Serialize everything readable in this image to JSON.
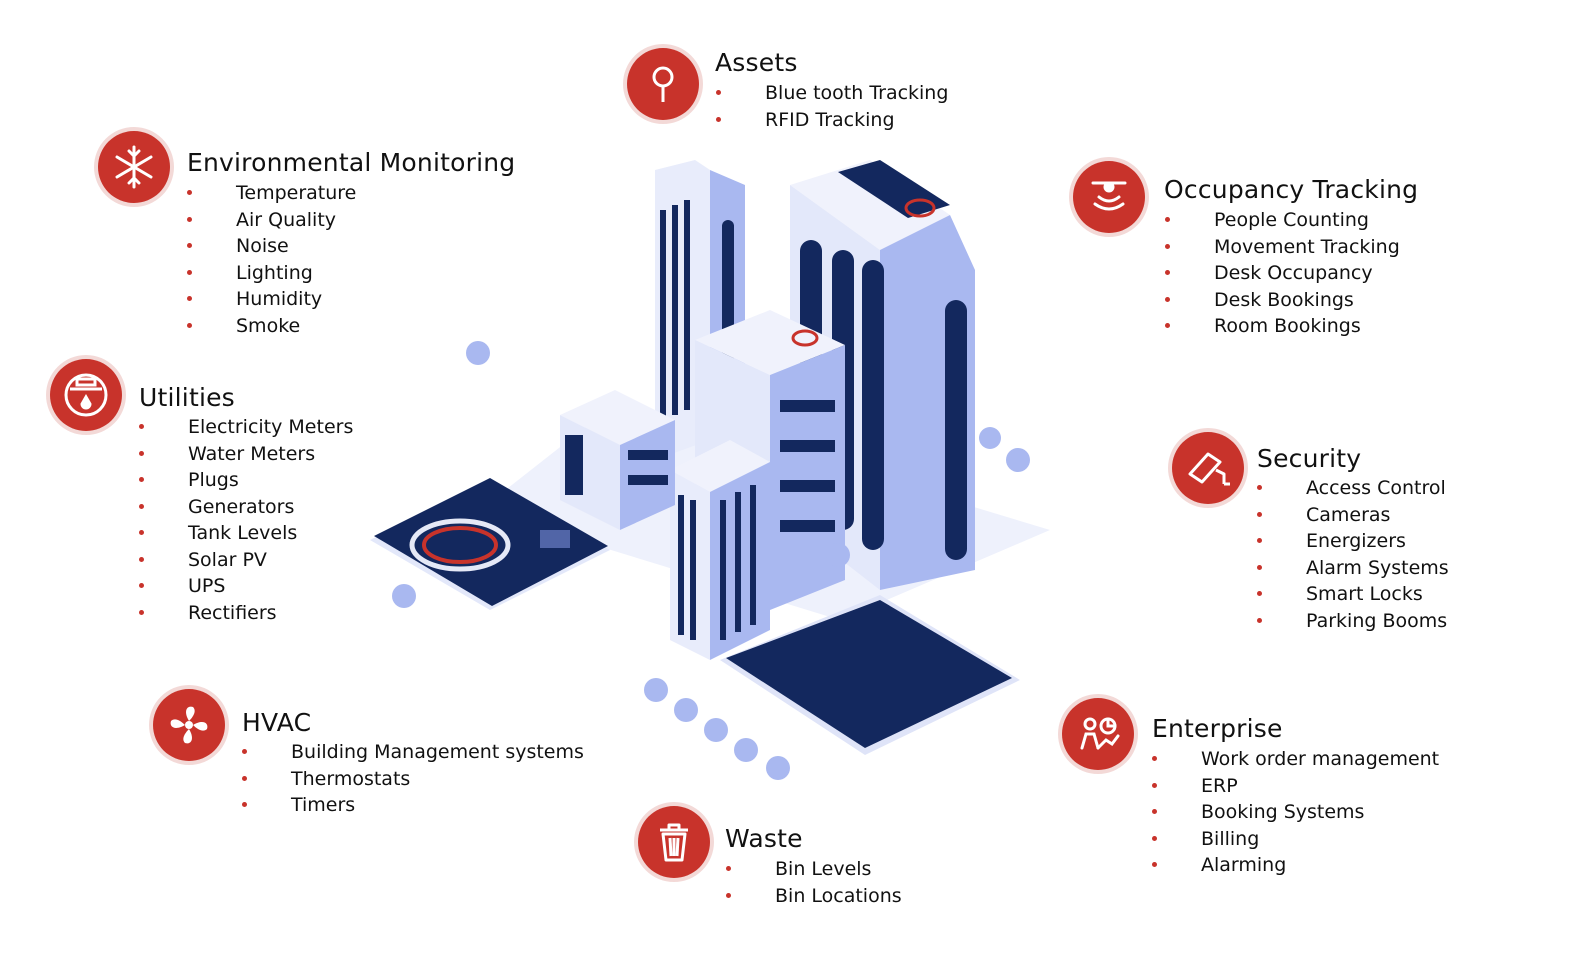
{
  "categories": {
    "assets": {
      "title": "Assets",
      "icon": "pin-icon",
      "items": [
        "Blue tooth Tracking",
        "RFID Tracking"
      ]
    },
    "environmental": {
      "title": "Environmental Monitoring",
      "icon": "snowflake-icon",
      "items": [
        "Temperature",
        "Air Quality",
        "Noise",
        "Lighting",
        "Humidity",
        "Smoke"
      ]
    },
    "occupancy": {
      "title": "Occupancy Tracking",
      "icon": "sensor-icon",
      "items": [
        "People Counting",
        "Movement Tracking",
        "Desk Occupancy",
        "Desk Bookings",
        "Room Bookings"
      ]
    },
    "utilities": {
      "title": "Utilities",
      "icon": "meter-icon",
      "items": [
        "Electricity Meters",
        "Water Meters",
        "Plugs",
        "Generators",
        "Tank Levels",
        "Solar PV",
        "UPS",
        "Rectifiers"
      ]
    },
    "security": {
      "title": "Security",
      "icon": "camera-icon",
      "items": [
        "Access Control",
        "Cameras",
        "Energizers",
        "Alarm Systems",
        "Smart Locks",
        "Parking Booms"
      ]
    },
    "hvac": {
      "title": "HVAC",
      "icon": "fan-icon",
      "items": [
        "Building Management systems",
        "Thermostats",
        "Timers"
      ]
    },
    "enterprise": {
      "title": "Enterprise",
      "icon": "analytics-icon",
      "items": [
        "Work order management",
        "ERP",
        "Booking Systems",
        "Billing",
        "Alarming"
      ]
    },
    "waste": {
      "title": "Waste",
      "icon": "bin-icon",
      "items": [
        "Bin Levels",
        "Bin Locations"
      ]
    }
  },
  "colors": {
    "accent": "#c8332b",
    "building_light": "#e8ecfb",
    "building_mid": "#a9b8f0",
    "building_dark": "#0f2356"
  }
}
